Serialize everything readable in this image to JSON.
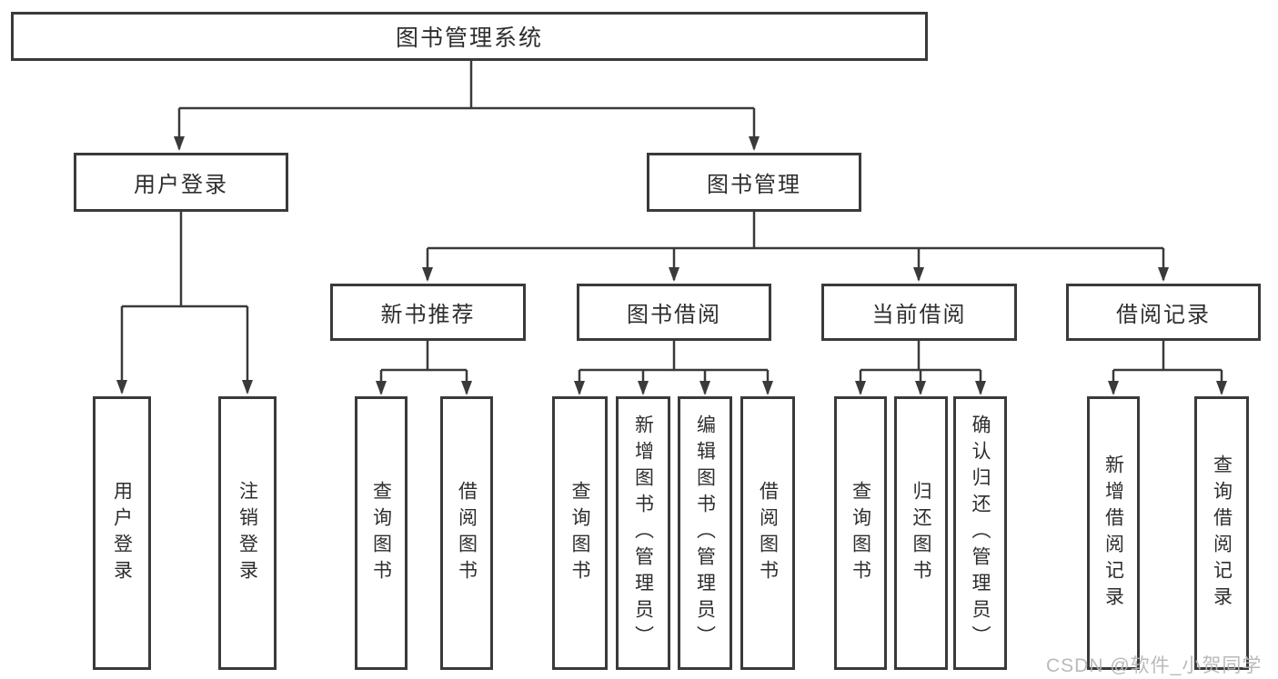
{
  "colors": {
    "line": "#3a3a3a",
    "box_border": "#3a3a3a",
    "text": "#2e2e2e",
    "watermark": "#b5b5b5",
    "background": "#ffffff"
  },
  "root": {
    "label": "图书管理系统"
  },
  "level2": {
    "user_login": {
      "label": "用户登录"
    },
    "book_management": {
      "label": "图书管理"
    }
  },
  "user_login_children": [
    {
      "label": "用户登录"
    },
    {
      "label": "注销登录"
    }
  ],
  "modules": [
    {
      "label": "新书推荐",
      "children": [
        {
          "label": "查询图书"
        },
        {
          "label": "借阅图书"
        }
      ]
    },
    {
      "label": "图书借阅",
      "children": [
        {
          "label": "查询图书"
        },
        {
          "label": "新增图书（管理员）"
        },
        {
          "label": "编辑图书（管理员）"
        },
        {
          "label": "借阅图书"
        }
      ]
    },
    {
      "label": "当前借阅",
      "children": [
        {
          "label": "查询图书"
        },
        {
          "label": "归还图书"
        },
        {
          "label": "确认归还（管理员）"
        }
      ]
    },
    {
      "label": "借阅记录",
      "children": [
        {
          "label": "新增借阅记录"
        },
        {
          "label": "查询借阅记录"
        }
      ]
    }
  ],
  "watermark": "CSDN @软件_小贺同学"
}
